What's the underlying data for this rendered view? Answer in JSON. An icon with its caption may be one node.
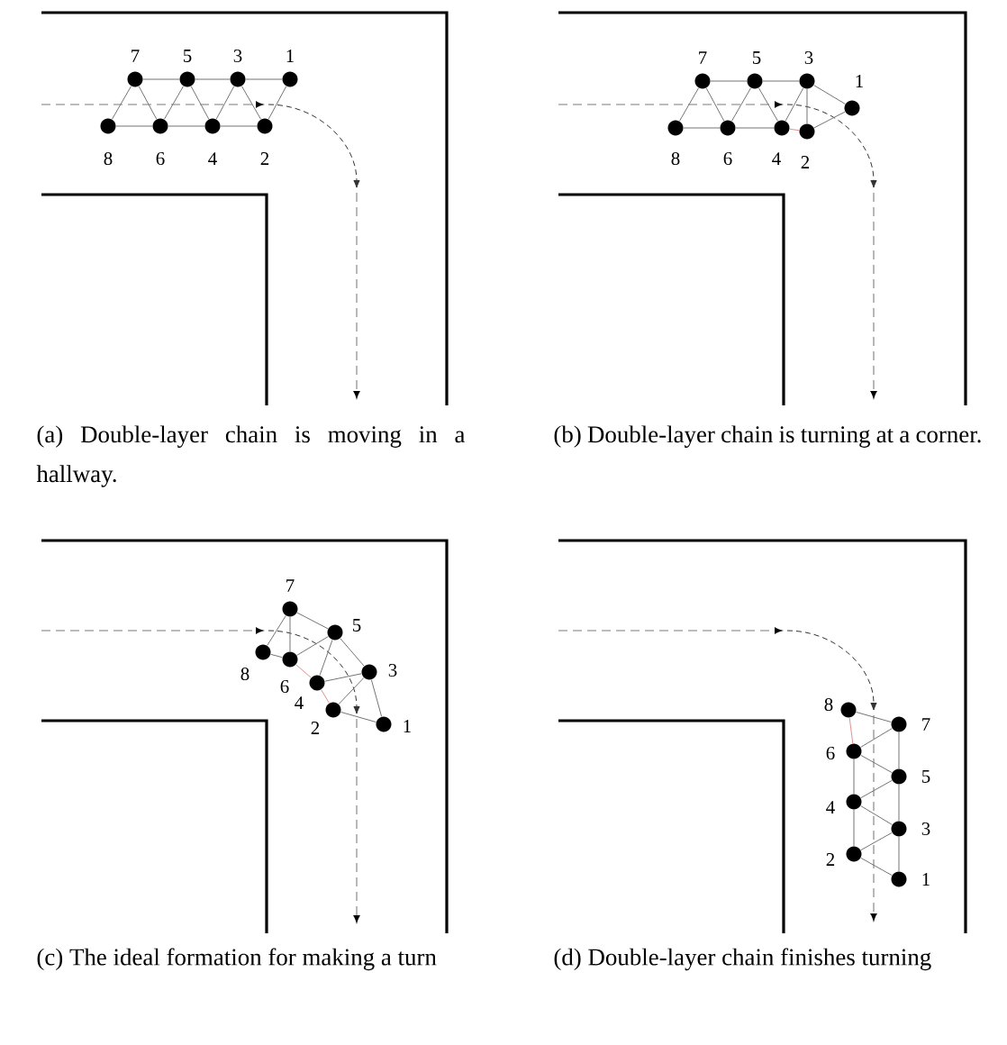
{
  "diagram": {
    "nodes": [
      {
        "text": [
          "1"
        ]
      },
      {
        "text": [
          "2"
        ]
      },
      {
        "text": [
          "3"
        ]
      },
      {
        "text": [
          "4"
        ]
      },
      {
        "text": [
          "5"
        ]
      },
      {
        "text": [
          "6"
        ]
      },
      {
        "text": [
          "7"
        ]
      },
      {
        "text": [
          "8"
        ]
      },
      {
        "text": [
          "1"
        ]
      },
      {
        "text": [
          "2"
        ]
      },
      {
        "text": [
          "3"
        ]
      },
      {
        "text": [
          "4"
        ]
      },
      {
        "text": [
          "5"
        ]
      },
      {
        "text": [
          "6"
        ]
      },
      {
        "text": [
          "7"
        ]
      },
      {
        "text": [
          "8"
        ]
      },
      {
        "text": [
          "1"
        ]
      },
      {
        "text": [
          "2"
        ]
      },
      {
        "text": [
          "3"
        ]
      },
      {
        "text": [
          "4"
        ]
      },
      {
        "text": [
          "5"
        ]
      },
      {
        "text": [
          "6"
        ]
      },
      {
        "text": [
          "7"
        ]
      },
      {
        "text": [
          "8"
        ]
      },
      {
        "text": [
          "1"
        ]
      },
      {
        "text": [
          "2"
        ]
      },
      {
        "text": [
          "3"
        ]
      },
      {
        "text": [
          "4"
        ]
      },
      {
        "text": [
          "5"
        ]
      },
      {
        "text": [
          "6"
        ]
      },
      {
        "text": [
          "7"
        ]
      },
      {
        "text": [
          "8"
        ]
      }
    ],
    "edges": [
      {
        "from": 6,
        "to": 4,
        "arrow": "none"
      },
      {
        "from": 4,
        "to": 2,
        "arrow": "none"
      },
      {
        "from": 2,
        "to": 0,
        "arrow": "none"
      },
      {
        "from": 7,
        "to": 5,
        "arrow": "none"
      },
      {
        "from": 5,
        "to": 3,
        "arrow": "none"
      },
      {
        "from": 3,
        "to": 1,
        "arrow": "none"
      },
      {
        "from": 7,
        "to": 6,
        "arrow": "none"
      },
      {
        "from": 6,
        "to": 5,
        "arrow": "none"
      },
      {
        "from": 5,
        "to": 4,
        "arrow": "none"
      },
      {
        "from": 4,
        "to": 3,
        "arrow": "none"
      },
      {
        "from": 3,
        "to": 2,
        "arrow": "none"
      },
      {
        "from": 2,
        "to": 1,
        "arrow": "none"
      },
      {
        "from": 1,
        "to": 0,
        "arrow": "none"
      },
      {
        "from": 14,
        "to": 12,
        "arrow": "none"
      },
      {
        "from": 12,
        "to": 10,
        "arrow": "none"
      },
      {
        "from": 15,
        "to": 13,
        "arrow": "none"
      },
      {
        "from": 13,
        "to": 11,
        "arrow": "none"
      },
      {
        "from": 11,
        "to": 9,
        "arrow": "none",
        "color": "#e09090"
      },
      {
        "from": 15,
        "to": 14,
        "arrow": "none"
      },
      {
        "from": 14,
        "to": 13,
        "arrow": "none"
      },
      {
        "from": 13,
        "to": 12,
        "arrow": "none"
      },
      {
        "from": 12,
        "to": 11,
        "arrow": "none"
      },
      {
        "from": 11,
        "to": 10,
        "arrow": "none"
      },
      {
        "from": 10,
        "to": 9,
        "arrow": "none"
      },
      {
        "from": 10,
        "to": 8,
        "arrow": "none"
      },
      {
        "from": 9,
        "to": 8,
        "arrow": "none"
      },
      {
        "from": 22,
        "to": 20,
        "arrow": "none"
      },
      {
        "from": 20,
        "to": 18,
        "arrow": "none"
      },
      {
        "from": 18,
        "to": 16,
        "arrow": "none"
      },
      {
        "from": 23,
        "to": 22,
        "arrow": "none"
      },
      {
        "from": 22,
        "to": 21,
        "arrow": "none"
      },
      {
        "from": 21,
        "to": 20,
        "arrow": "none"
      },
      {
        "from": 20,
        "to": 19,
        "arrow": "none"
      },
      {
        "from": 19,
        "to": 18,
        "arrow": "none"
      },
      {
        "from": 18,
        "to": 17,
        "arrow": "none"
      },
      {
        "from": 17,
        "to": 16,
        "arrow": "none"
      },
      {
        "from": 23,
        "to": 21,
        "arrow": "none"
      },
      {
        "from": 21,
        "to": 19,
        "arrow": "none",
        "color": "#e09090"
      },
      {
        "from": 19,
        "to": 17,
        "arrow": "none",
        "color": "#e09090"
      },
      {
        "from": 30,
        "to": 28,
        "arrow": "none"
      },
      {
        "from": 28,
        "to": 26,
        "arrow": "none"
      },
      {
        "from": 26,
        "to": 24,
        "arrow": "none"
      },
      {
        "from": 31,
        "to": 29,
        "arrow": "none",
        "color": "#e09090"
      },
      {
        "from": 29,
        "to": 27,
        "arrow": "none"
      },
      {
        "from": 27,
        "to": 25,
        "arrow": "none"
      },
      {
        "from": 31,
        "to": 30,
        "arrow": "none"
      },
      {
        "from": 30,
        "to": 29,
        "arrow": "none"
      },
      {
        "from": 29,
        "to": 28,
        "arrow": "none"
      },
      {
        "from": 28,
        "to": 27,
        "arrow": "none"
      },
      {
        "from": 27,
        "to": 26,
        "arrow": "none"
      },
      {
        "from": 26,
        "to": 25,
        "arrow": "none"
      },
      {
        "from": 25,
        "to": 24,
        "arrow": "none"
      }
    ],
    "labels": [
      "(a) Double-layer chain is moving in a hallway.",
      "(b) Double-layer chain is turning at a corner.",
      "(c) The ideal formation for making a turn",
      "(d) Double-layer chain finishes turning"
    ]
  }
}
